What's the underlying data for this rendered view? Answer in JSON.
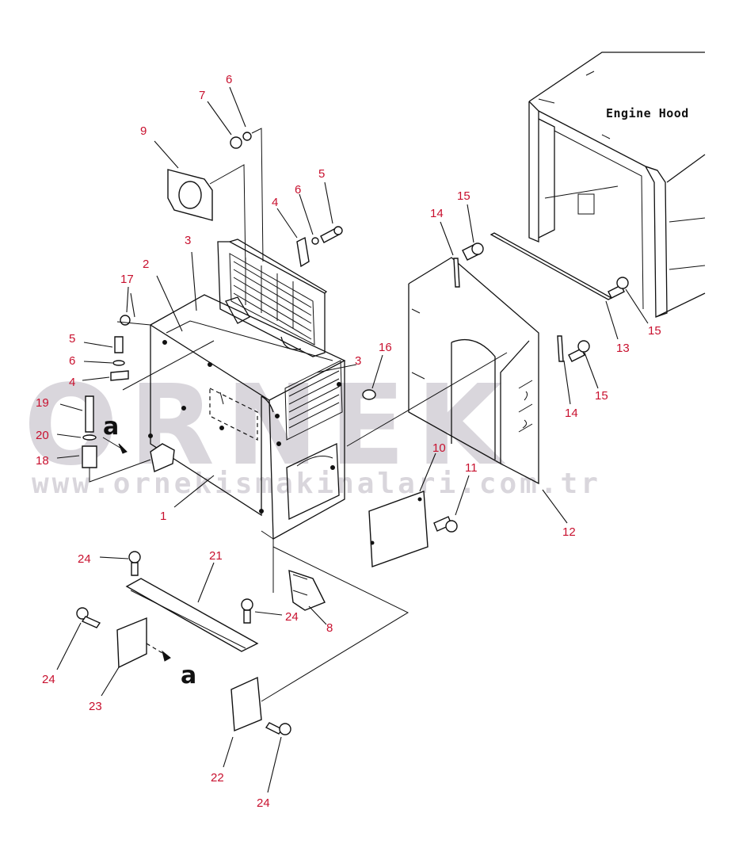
{
  "watermark": {
    "brand": "ORNEK",
    "url": "www.ornekismakinalari.com.tr"
  },
  "labels": {
    "engine_hood": "Engine Hood",
    "view_a_top": "a",
    "view_a_bottom": "a"
  },
  "callouts": {
    "c1": "1",
    "c2": "2",
    "c3a": "3",
    "c3b": "3",
    "c4a": "4",
    "c4b": "4",
    "c5a": "5",
    "c5b": "5",
    "c6a": "6",
    "c6b": "6",
    "c6c": "6",
    "c7": "7",
    "c8": "8",
    "c9": "9",
    "c10": "10",
    "c11": "11",
    "c12": "12",
    "c13": "13",
    "c14a": "14",
    "c14b": "14",
    "c15a": "15",
    "c15b": "15",
    "c15c": "15",
    "c16": "16",
    "c17": "17",
    "c18": "18",
    "c19": "19",
    "c20": "20",
    "c21": "21",
    "c22": "22",
    "c23": "23",
    "c24a": "24",
    "c24b": "24",
    "c24c": "24",
    "c24d": "24"
  },
  "colors": {
    "callout": "#c8102e",
    "line": "#111111",
    "watermark": "#d9d6dc"
  }
}
